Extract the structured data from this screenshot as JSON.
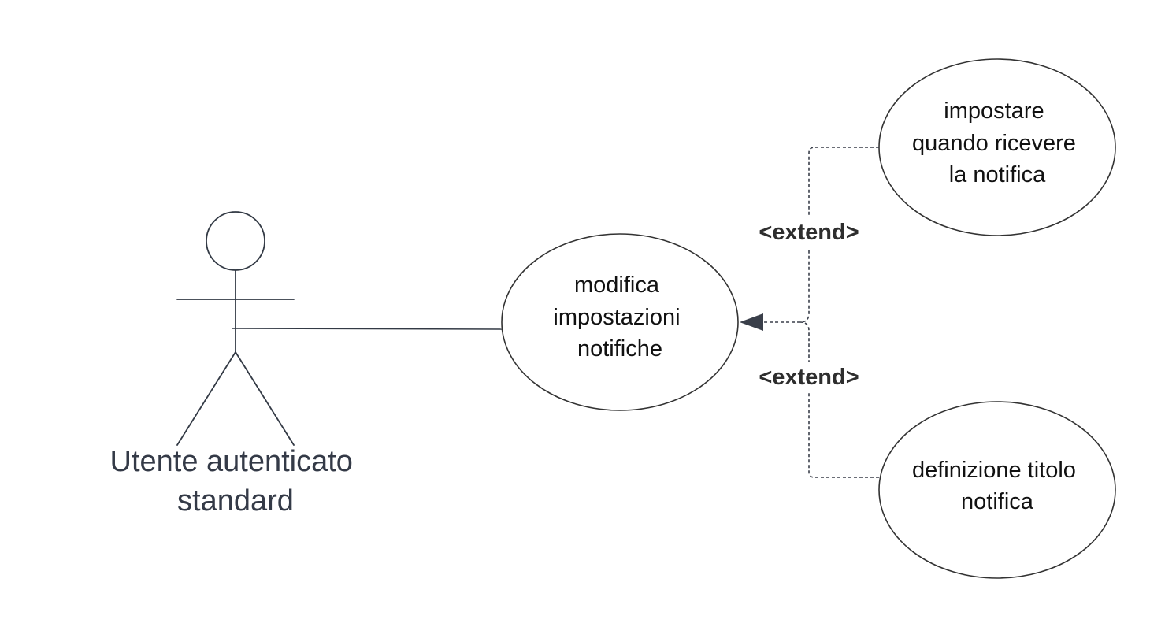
{
  "actor": {
    "name_lines": [
      "Utente autenticato",
      "standard"
    ]
  },
  "use_cases": {
    "main": {
      "lines": [
        "modifica",
        "impostazioni",
        "notifiche"
      ]
    },
    "extension_top": {
      "lines": [
        "impostare",
        "quando ricevere",
        "la notifica"
      ]
    },
    "extension_bottom": {
      "lines": [
        "definizione titolo",
        "notifica"
      ]
    }
  },
  "relations": {
    "extend_top_label": "<extend>",
    "extend_bottom_label": "<extend>"
  },
  "colors": {
    "stroke": "#333333",
    "actor_text": "#343a47",
    "background": "#ffffff"
  }
}
